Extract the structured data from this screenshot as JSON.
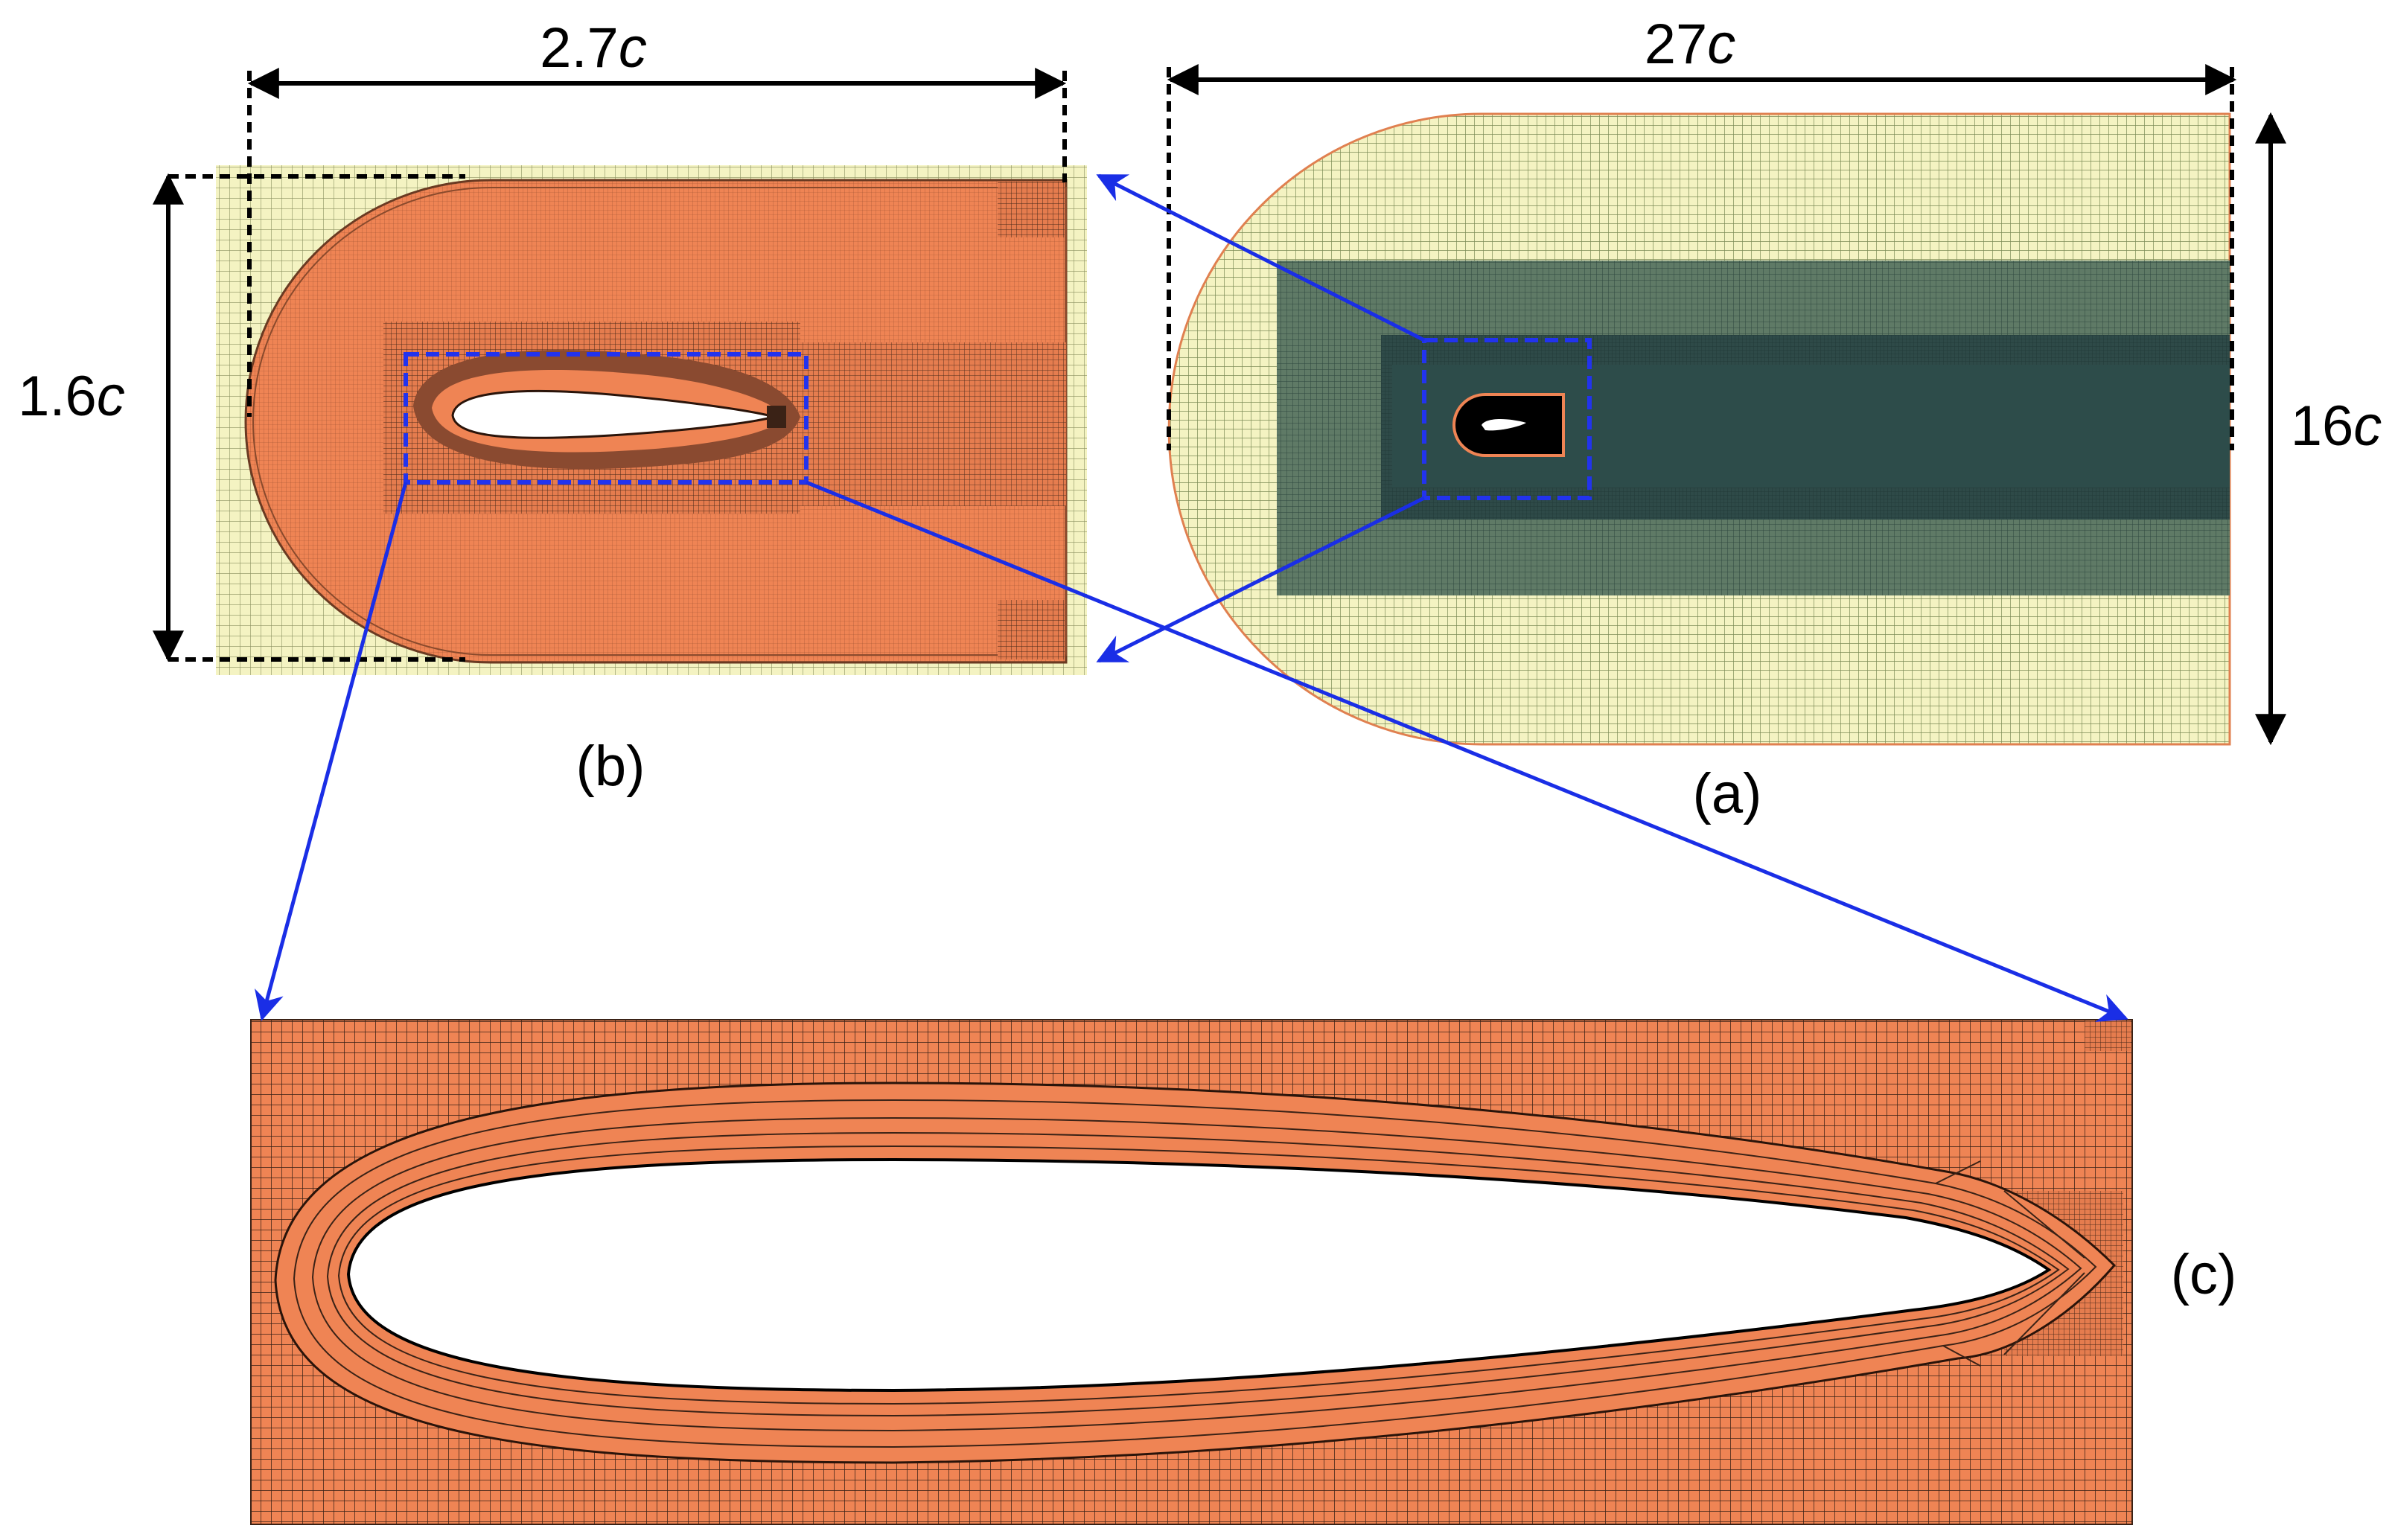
{
  "panel_a": {
    "label": "(a)",
    "width_dim": {
      "value": "27",
      "unit": "c"
    },
    "height_dim": {
      "value": "16",
      "unit": "c"
    }
  },
  "panel_b": {
    "label": "(b)",
    "width_dim": {
      "value": "2.7",
      "unit": "c"
    },
    "height_dim": {
      "value": "1.6",
      "unit": "c"
    }
  },
  "panel_c": {
    "label": "(c)"
  },
  "colors": {
    "outer_mesh_fill": "#f4f3c2",
    "mid_mesh_fill": "#4a6a60",
    "inner_mesh_fill": "#2d4a48",
    "refined_mesh_fill": "#ef8454",
    "near_wall_fill": "#8a4a30",
    "mesh_line_dark": "#1e1e1e",
    "mesh_line_green": "#6a8a5a",
    "zoom_box": "#2233ee",
    "zoom_arrow": "#1a2ee6",
    "dimension_line": "#000000"
  }
}
